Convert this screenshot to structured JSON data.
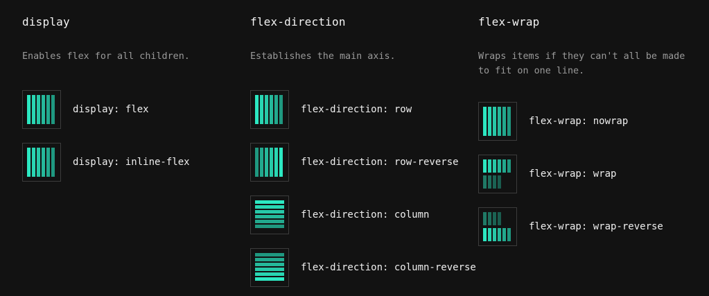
{
  "colors": {
    "background": "#121212",
    "thumb_border": "#3c3c3c",
    "bar_shades": [
      "#2ce8c2",
      "#29d6b3",
      "#27c9a8",
      "#25b99b",
      "#22a98e",
      "#1f9880"
    ],
    "bar_faded": [
      "#1f7a66",
      "#1d6e5c",
      "#1b6354",
      "#1a5c4e"
    ]
  },
  "columns": [
    {
      "title": "display",
      "description": "Enables flex for all children.",
      "examples": [
        {
          "label": "display: flex",
          "icon": "flex-row-icon"
        },
        {
          "label": "display: inline-flex",
          "icon": "flex-row-icon"
        }
      ]
    },
    {
      "title": "flex-direction",
      "description": "Establishes the main axis.",
      "examples": [
        {
          "label": "flex-direction: row",
          "icon": "flex-row-icon"
        },
        {
          "label": "flex-direction: row-reverse",
          "icon": "flex-row-reverse-icon"
        },
        {
          "label": "flex-direction: column",
          "icon": "flex-column-icon"
        },
        {
          "label": "flex-direction: column-reverse",
          "icon": "flex-column-reverse-icon"
        }
      ]
    },
    {
      "title": "flex-wrap",
      "description": "Wraps items if they can't all be made to fit on one line.",
      "examples": [
        {
          "label": "flex-wrap: nowrap",
          "icon": "flex-nowrap-icon"
        },
        {
          "label": "flex-wrap: wrap",
          "icon": "flex-wrap-icon"
        },
        {
          "label": "flex-wrap: wrap-reverse",
          "icon": "flex-wrap-reverse-icon"
        }
      ]
    }
  ]
}
